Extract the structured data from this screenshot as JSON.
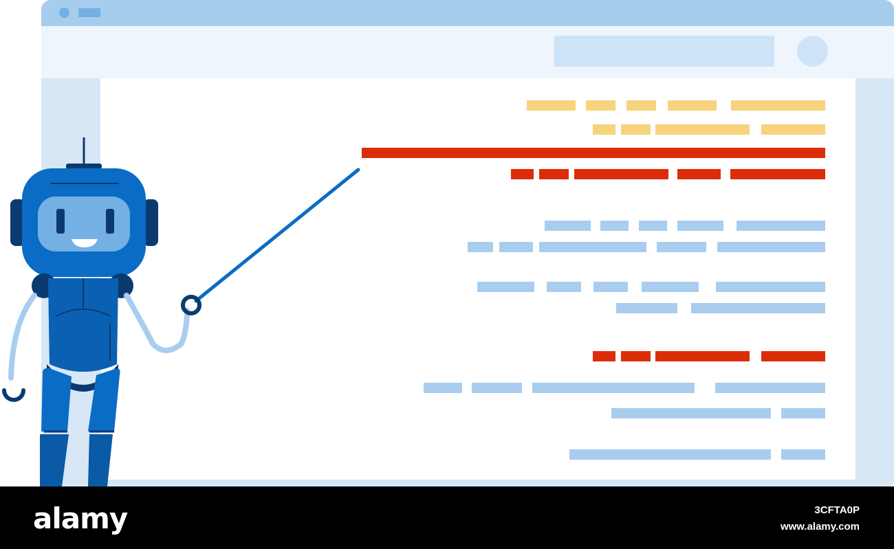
{
  "illustration": {
    "accent_colors": {
      "window_frame": "#a6cdee",
      "code_yellow": "#f7d37c",
      "code_red": "#dc2d09",
      "code_blue": "#a9cdee",
      "robot_blue": "#0a6cc4",
      "robot_dark": "#0b3a70"
    },
    "browser_icons": [
      "window-dot-icon",
      "window-pill-icon",
      "user-avatar-icon"
    ],
    "robot_icon": "robot-icon",
    "pointer_icon": "pointer-stick-icon"
  },
  "footer": {
    "brand": "alamy",
    "image_id": "3CFTA0P",
    "site_url": "www.alamy.com"
  }
}
